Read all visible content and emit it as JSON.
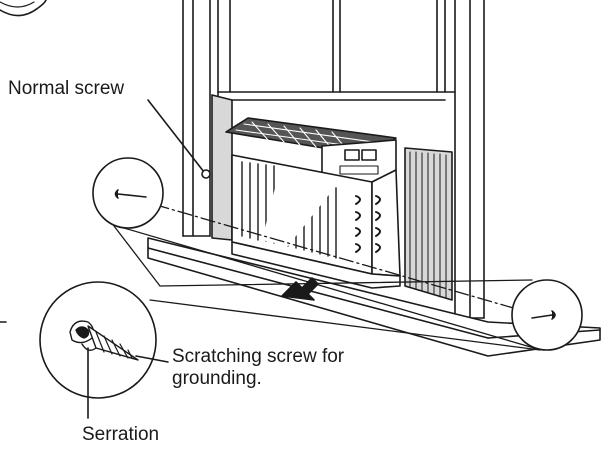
{
  "labels": {
    "normal_screw": "Normal screw",
    "scratching_screw_line1": "Scratching screw for",
    "scratching_screw_line2": "grounding.",
    "serration": "Serration"
  },
  "colors": {
    "ink": "#1a1a1a",
    "panel_fill": "#d8d8d8",
    "dark_fill": "#555555",
    "background": "#ffffff"
  }
}
